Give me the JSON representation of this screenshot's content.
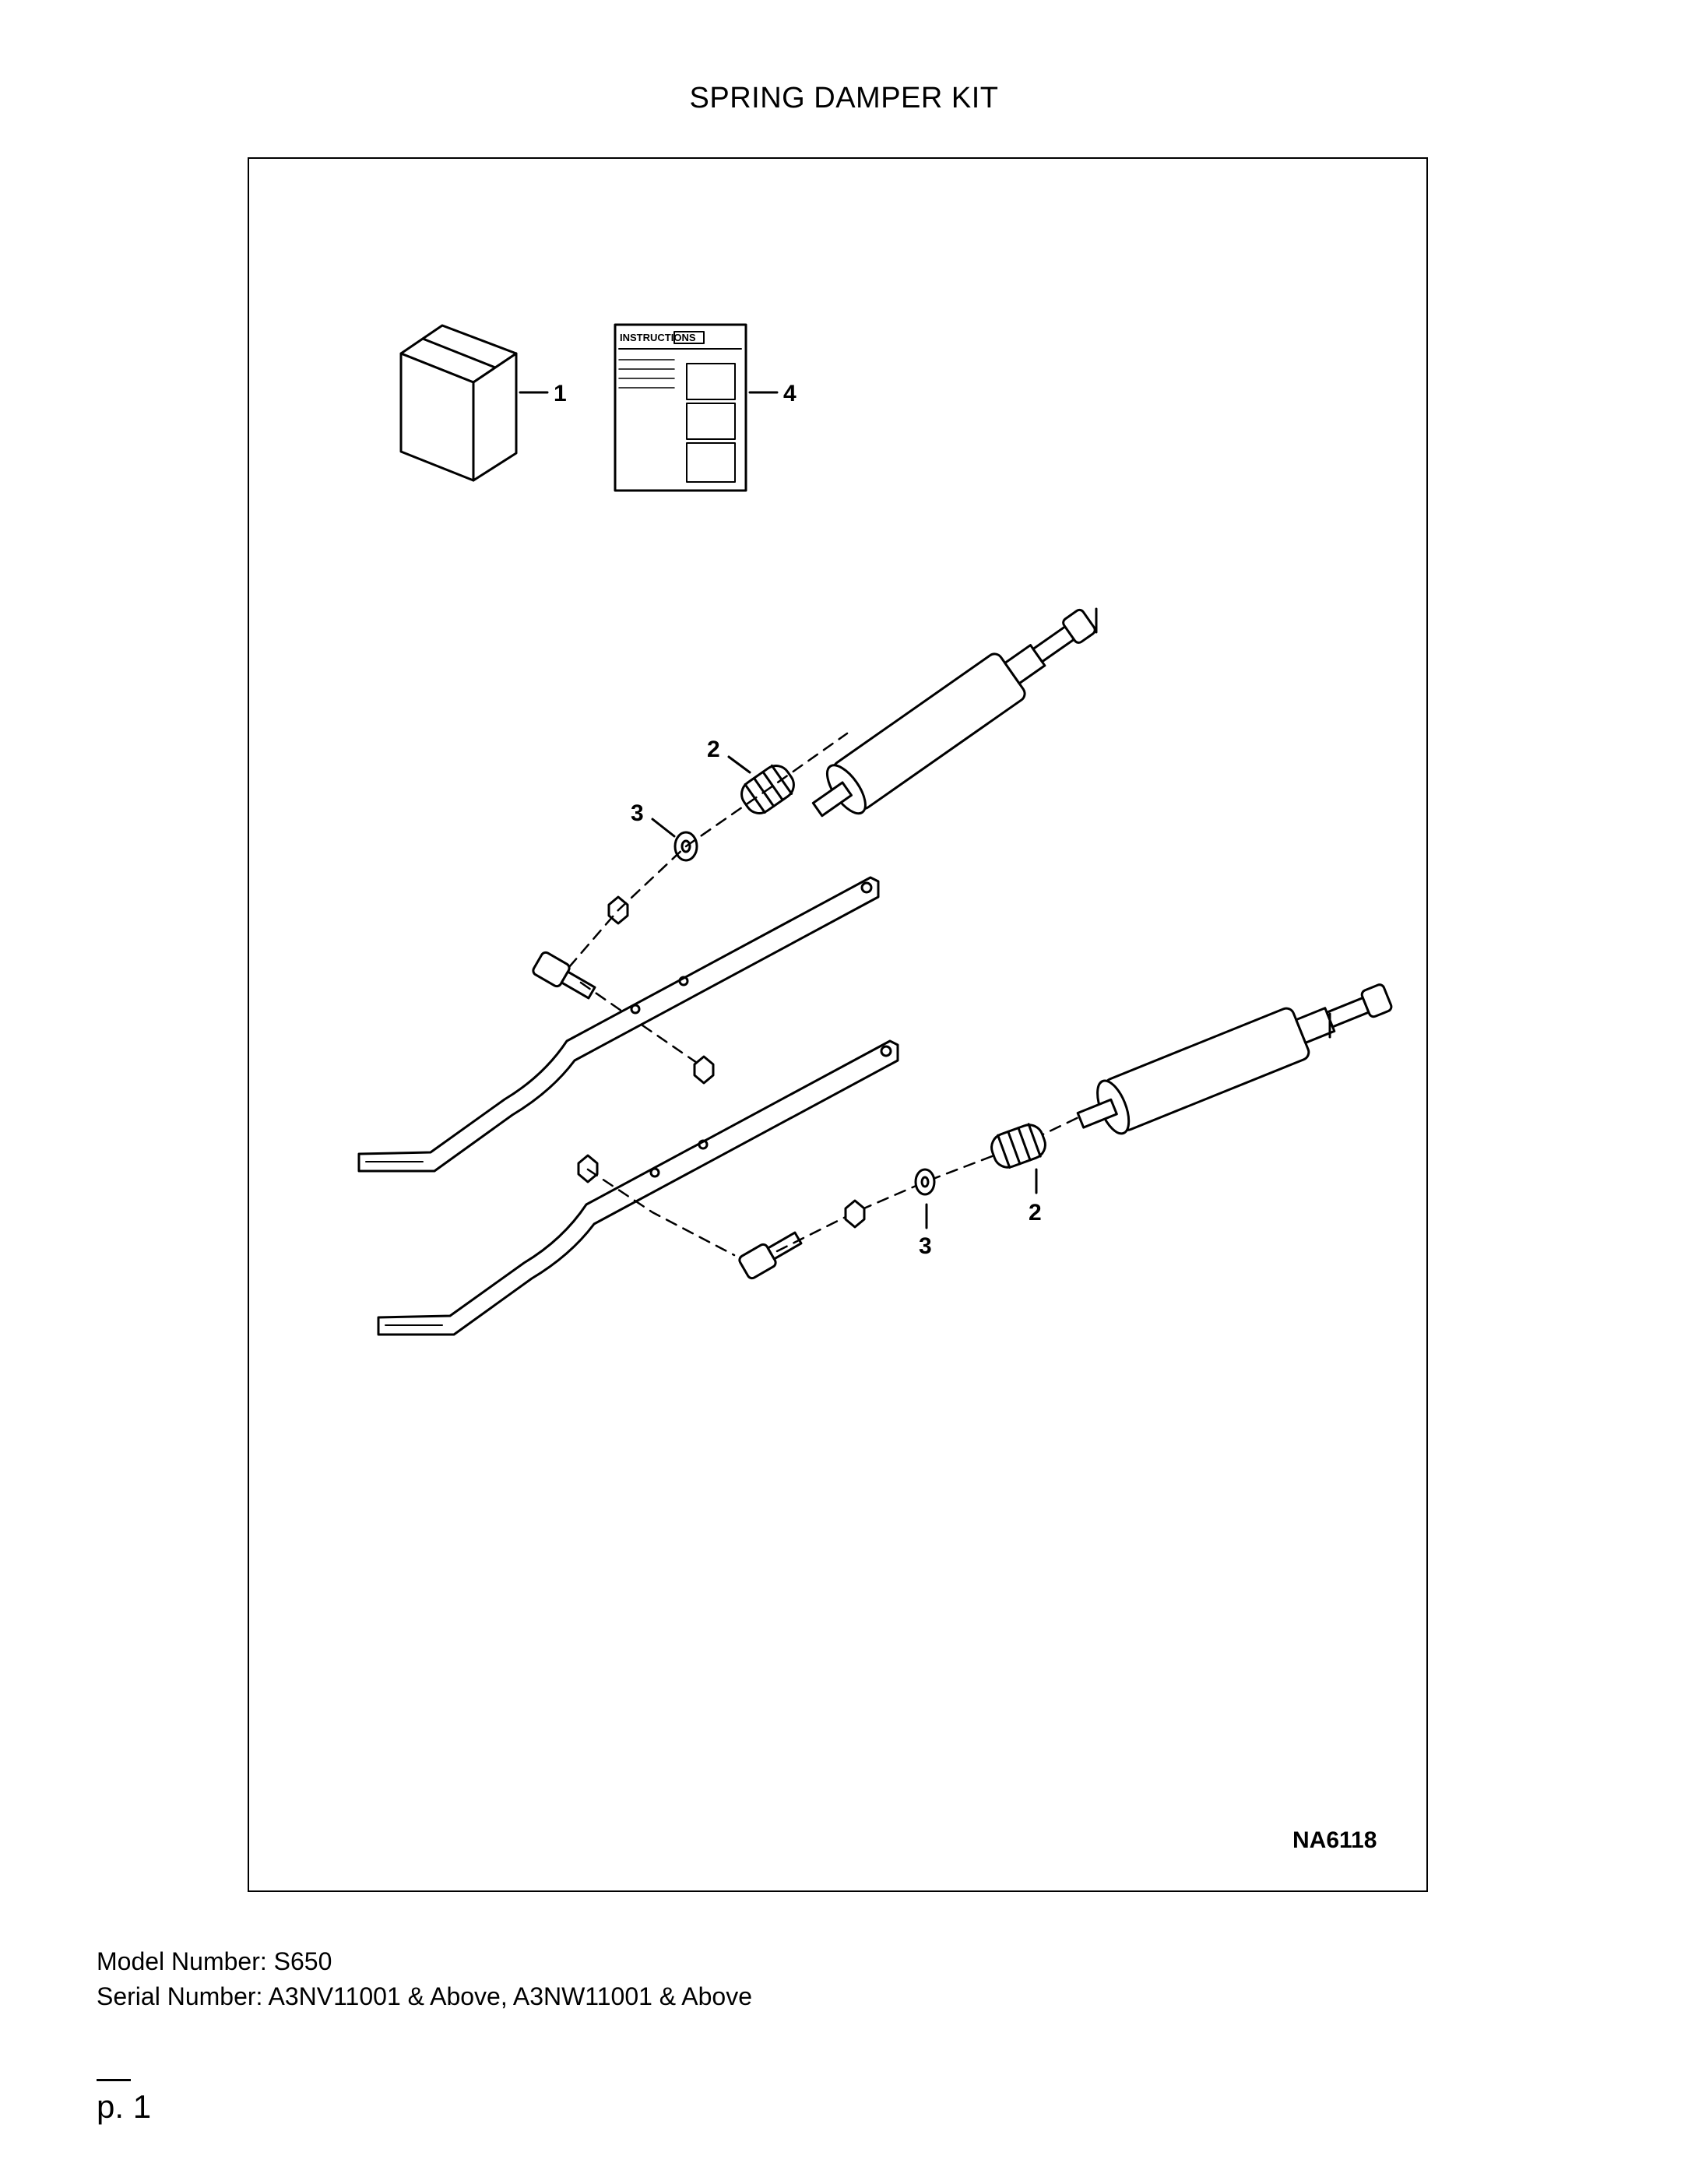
{
  "document": {
    "title": "SPRING DAMPER KIT",
    "figure_id": "NA6118",
    "model_number": "Model Number: S650",
    "serial_number": "Serial Number: A3NV11001 & Above, A3NW11001 & Above",
    "page_label": "p. 1"
  },
  "drawing": {
    "instructions_sheet_text": "INSTRUCTIONS",
    "callouts": {
      "box": "1",
      "spring_upper": "2",
      "washer_upper": "3",
      "instructions": "4",
      "spring_lower": "2",
      "washer_lower": "3"
    }
  }
}
